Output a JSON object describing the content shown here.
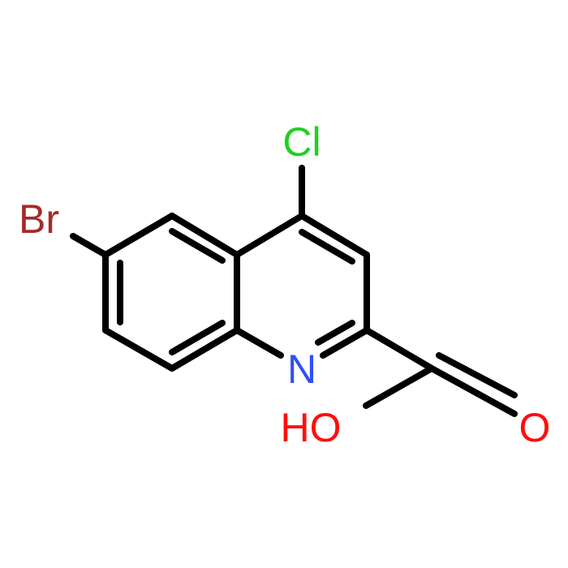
{
  "molecule": {
    "atoms": {
      "cl": {
        "text": "Cl",
        "color": "#1fd01f"
      },
      "br": {
        "text": "Br",
        "color": "#a62929"
      },
      "n": {
        "text": "N",
        "color": "#3050f8"
      },
      "ho": {
        "text": "HO",
        "color": "#ff0d0d"
      },
      "o": {
        "text": "O",
        "color": "#ff0d0d"
      }
    },
    "bond_color": "#000000"
  }
}
